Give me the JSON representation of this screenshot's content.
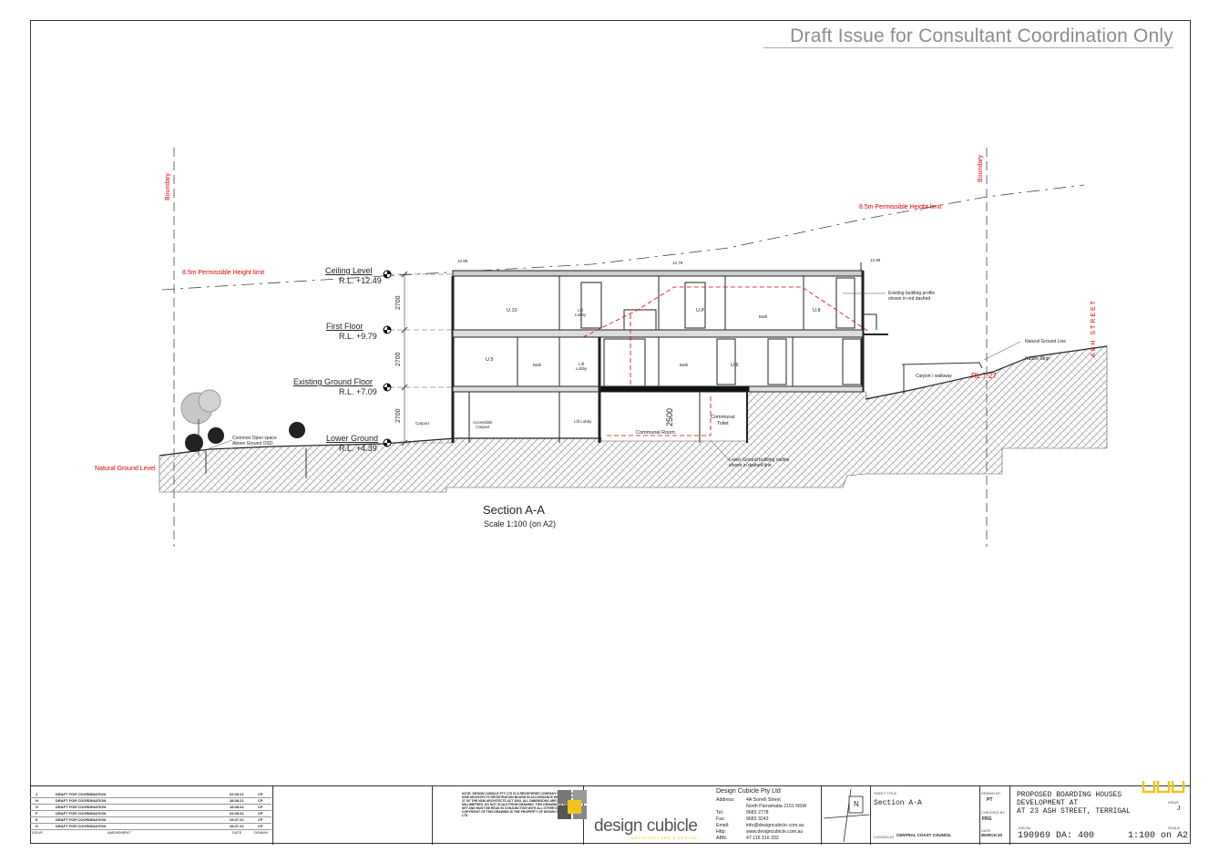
{
  "header": {
    "draft_notice": "Draft Issue for Consultant Coordination Only"
  },
  "section": {
    "title": "Section A-A",
    "scale": "Scale 1:100 (on A2)"
  },
  "levels": [
    {
      "name": "Ceiling Level",
      "rl": "R.L. +12.49"
    },
    {
      "name": "First Floor",
      "rl": "R.L. +9.79"
    },
    {
      "name": "Existing Ground Floor",
      "rl": "R.L. +7.09"
    },
    {
      "name": "Lower Ground",
      "rl": "R.L. +4.39"
    }
  ],
  "dimensions": [
    "2700",
    "2700",
    "2700",
    "2500"
  ],
  "annotations": {
    "boundary_left": "Boundary",
    "boundary_right": "Boundary",
    "height_limit_left": "8.5m Permissible Height limit",
    "height_limit_right": "8.5m Permissible Height limit",
    "natural_ground_level": "Natural Ground Level",
    "open_space": "Common Open space\nAbove Ground OSD",
    "existing_profile": "Existing building profile\nshown in red dashed",
    "natural_ground_line": "Natural Ground Line",
    "nature_strip": "Nature Strip",
    "ash_street": "ASH STREET",
    "rl_727": "RL 7.27",
    "carport_walkway": "Carport / walkway",
    "lower_ground_outline": "Lower Ground building outline\nshown in dashed line",
    "communal_toilet": "Communal\nToilet",
    "communal_room": "Communal Room",
    "rl_top_a": "12.99",
    "rl_top_b": "12.79",
    "rl_top_c": "12.99"
  },
  "rooms": {
    "u10": "U.10",
    "lift_lobby_1": "Lift\nLobby",
    "up": "U.P",
    "bath_1": "Bath",
    "u8": "U.8",
    "u5": "U.5",
    "bath_2": "Bath",
    "lift_lobby_2": "Lift\nLobby",
    "bath_3": "Bath",
    "u6": "U.6",
    "carport": "Carport",
    "accessible_carport": "Accessible\nCarport",
    "lift_lobby_3": "Lift Lobby"
  },
  "revisions": [
    {
      "id": "J",
      "desc": "DRAFT FOR COORDINATION",
      "date": "02.09.21",
      "by": "CP"
    },
    {
      "id": "H",
      "desc": "DRAFT FOR COORDINATION",
      "date": "28.08.21",
      "by": "CP"
    },
    {
      "id": "G",
      "desc": "DRAFT FOR COORDINATION",
      "date": "18.08.21",
      "by": "CP"
    },
    {
      "id": "F",
      "desc": "DRAFT FOR COORDINATION",
      "date": "04.08.21",
      "by": "CP"
    },
    {
      "id": "E",
      "desc": "DRAFT FOR COORDINATION",
      "date": "29.07.21",
      "by": "CP"
    },
    {
      "id": "D",
      "desc": "DRAFT FOR COORDINATION",
      "date": "28.07.21",
      "by": "CP"
    }
  ],
  "revision_headers": {
    "issue": "ISSUE",
    "amendment": "AMENDMENT",
    "date": "DATE",
    "drawn": "DRAWN"
  },
  "notes_text": "NOTE: DESIGN CUBICLE PTY LTD IS A REGISTERED COMPANY UNDER THE NSW ARCHITECTS REGISTRATION BOARD IN ACCORDANCE WITH SECTION 27 OF THE NSW ARCHITECTS ACT 2003. ALL DIMENSIONS ARE IN MILLIMETRES. DO NOT SCALE FROM DRAWING. THIS DRAWING IS PART OF A SET AND MUST BE READ IN CONJUNCTION WITH ALL OTHER DOCUMENTS. COPYRIGHT OF THIS DRAWING IS THE PROPERTY OF DESIGN CUBICLE PTY LTD.",
  "company": {
    "name": "Design Cubicle Pty Ltd",
    "logo": "design cubicle",
    "logo_sub": "ARCHITECTURE & DESIGN",
    "contact": [
      {
        "label": "Address:",
        "value": "4A Sorrell Street"
      },
      {
        "label": "",
        "value": "North Parramatta 2151 NSW"
      },
      {
        "label": "Tel:",
        "value": "9683 2778"
      },
      {
        "label": "Fax:",
        "value": "9683 3243"
      },
      {
        "label": "Email:",
        "value": "info@designcubicle.com.au"
      },
      {
        "label": "Http:",
        "value": "www.designcubicle.com.au"
      },
      {
        "label": "ABN:",
        "value": "47 116 316 333"
      }
    ]
  },
  "north": "N",
  "sheet": {
    "title_label": "SHEET TITLE",
    "title": "Section A-A",
    "lodged_label": "LODGED AT",
    "lodged": "CENTRAL COAST COUNCIL",
    "drawn_label": "DRAWN BY",
    "drawn": "PT",
    "checked_label": "CHECKED BY",
    "checked": "FRG",
    "date_label": "DATE",
    "date": "MARCH 20",
    "project": "PROPOSED BOARDING HOUSES\nDEVELOPMENT AT\nAT 23 ASH STREET, TERRIGAL",
    "job_label": "JOB No.",
    "job": "190969 DA: 400",
    "issue_label": "ISSUE",
    "issue": "J",
    "scale_label": "SCALE",
    "scale": "1:100 on A2"
  }
}
